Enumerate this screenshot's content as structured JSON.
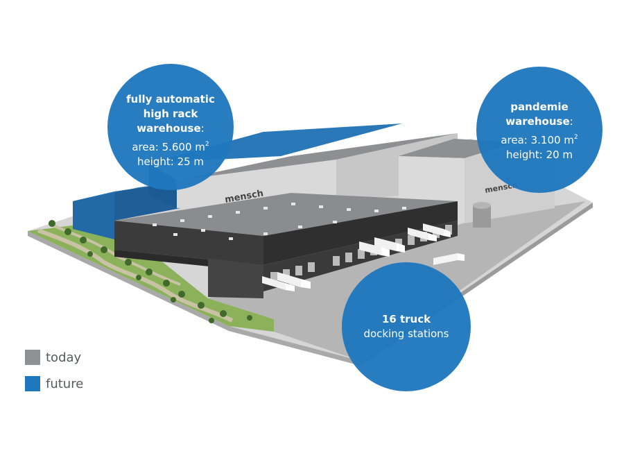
{
  "callouts": {
    "rack": {
      "title_lines": [
        "fully automatic",
        "high rack",
        "warehouse"
      ],
      "area": "area: 5.600 m",
      "height": "height: 25 m"
    },
    "pandemie": {
      "title_lines": [
        "pandemie",
        "warehouse"
      ],
      "area": "area: 3.100 m",
      "height": "height: 20 m"
    },
    "docking": {
      "title": "16 truck",
      "subtitle": "docking stations"
    }
  },
  "building_logo": "mensch",
  "legend": [
    {
      "label": "today",
      "color": "#8e9194"
    },
    {
      "label": "future",
      "color": "#1f78be"
    }
  ],
  "colors": {
    "callout": "#1f78be",
    "existing": "#8e9194",
    "future": "#1f6fb3"
  }
}
